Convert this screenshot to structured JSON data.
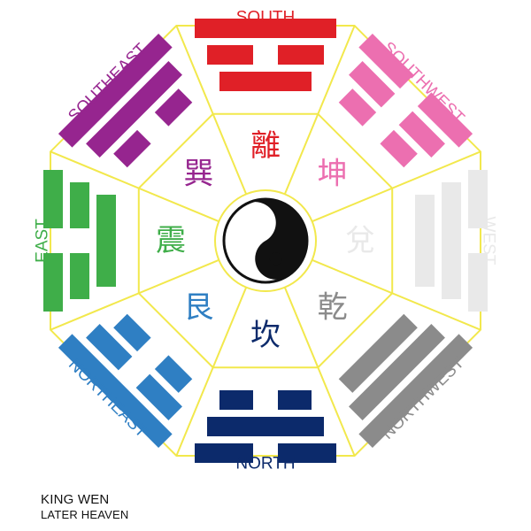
{
  "caption": {
    "title": "KING WEN",
    "subtitle": "LATER HEAVEN"
  },
  "colors": {
    "frame": "#f2e84c",
    "south": "#e02027",
    "southwest": "#ec6fb0",
    "west": "#e9e9e9",
    "northwest": "#8b8b8b",
    "north": "#0c2a6b",
    "northeast": "#2f7fc3",
    "east": "#3fae49",
    "southeast": "#96258f"
  },
  "trigrams": [
    {
      "id": "south",
      "direction": "SOUTH",
      "symbol": "離",
      "lines": [
        1,
        0,
        1
      ],
      "color": "#e02027"
    },
    {
      "id": "southwest",
      "direction": "SOUTHWEST",
      "symbol": "坤",
      "lines": [
        0,
        0,
        0
      ],
      "color": "#ec6fb0"
    },
    {
      "id": "west",
      "direction": "WEST",
      "symbol": "兌",
      "lines": [
        0,
        1,
        1
      ],
      "color": "#e9e9e9"
    },
    {
      "id": "northwest",
      "direction": "NORTHWEST",
      "symbol": "乾",
      "lines": [
        1,
        1,
        1
      ],
      "color": "#8b8b8b"
    },
    {
      "id": "north",
      "direction": "NORTH",
      "symbol": "坎",
      "lines": [
        0,
        1,
        0
      ],
      "color": "#0c2a6b"
    },
    {
      "id": "northeast",
      "direction": "NORTHEAST",
      "symbol": "艮",
      "lines": [
        1,
        0,
        0
      ],
      "color": "#2f7fc3"
    },
    {
      "id": "east",
      "direction": "EAST",
      "symbol": "震",
      "lines": [
        0,
        0,
        1
      ],
      "color": "#3fae49"
    },
    {
      "id": "southeast",
      "direction": "SOUTHEAST",
      "symbol": "巽",
      "lines": [
        1,
        1,
        0
      ],
      "color": "#96258f"
    }
  ]
}
